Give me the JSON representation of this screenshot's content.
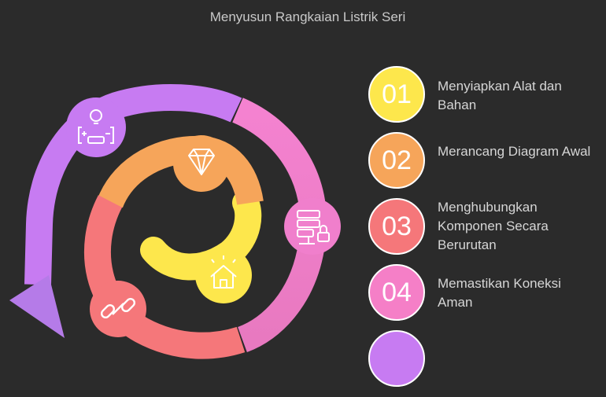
{
  "title": "Menyusun Rangkaian Listrik Seri",
  "steps": [
    {
      "number": "01",
      "label": "Menyiapkan Alat dan Bahan",
      "color": "#fde74c"
    },
    {
      "number": "02",
      "label": "Merancang Diagram Awal",
      "color": "#f6a55a"
    },
    {
      "number": "03",
      "label": "Menghubungkan Komponen Secara Berurutan",
      "color": "#f5777a"
    },
    {
      "number": "04",
      "label": "Memastikan Koneksi Aman",
      "color": "#f57fc7"
    },
    {
      "number": "",
      "label": "",
      "color": "#c77bf2"
    }
  ],
  "icons": {
    "circuit": "circuit-bulb-icon",
    "gem": "diamond-icon",
    "server": "server-lock-icon",
    "home": "home-icon",
    "link": "chain-link-icon"
  },
  "colors": {
    "background": "#2b2b2b",
    "yellow": "#fde74c",
    "orange": "#f6a55a",
    "coral": "#f5777a",
    "pink": "#f57fc7",
    "purple": "#c77bf2"
  }
}
